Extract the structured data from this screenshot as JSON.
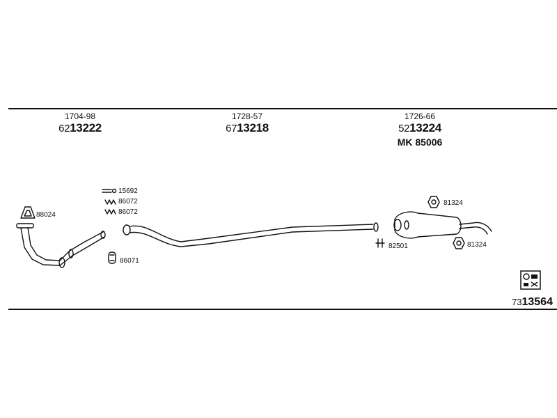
{
  "parts": [
    {
      "ref": "1704-98",
      "num_prefix": "62",
      "num_main": "13222"
    },
    {
      "ref": "1728-57",
      "num_prefix": "67",
      "num_main": "13218"
    },
    {
      "ref": "1726-66",
      "num_prefix": "52",
      "num_main": "13224",
      "extra": "MK  85006"
    }
  ],
  "callouts": {
    "gasket_front": "88024",
    "clamp_15692": "15692",
    "clamp_86072_a": "86072",
    "clamp_86072_b": "86072",
    "hanger_86071": "86071",
    "hanger_82501": "82501",
    "rubber_top": "81324",
    "rubber_bottom": "81324"
  },
  "kit": {
    "num_prefix": "73",
    "num_main": "13564",
    "icon": "mounting-kit-icon"
  },
  "colors": {
    "ink": "#111111",
    "background": "#ffffff"
  }
}
